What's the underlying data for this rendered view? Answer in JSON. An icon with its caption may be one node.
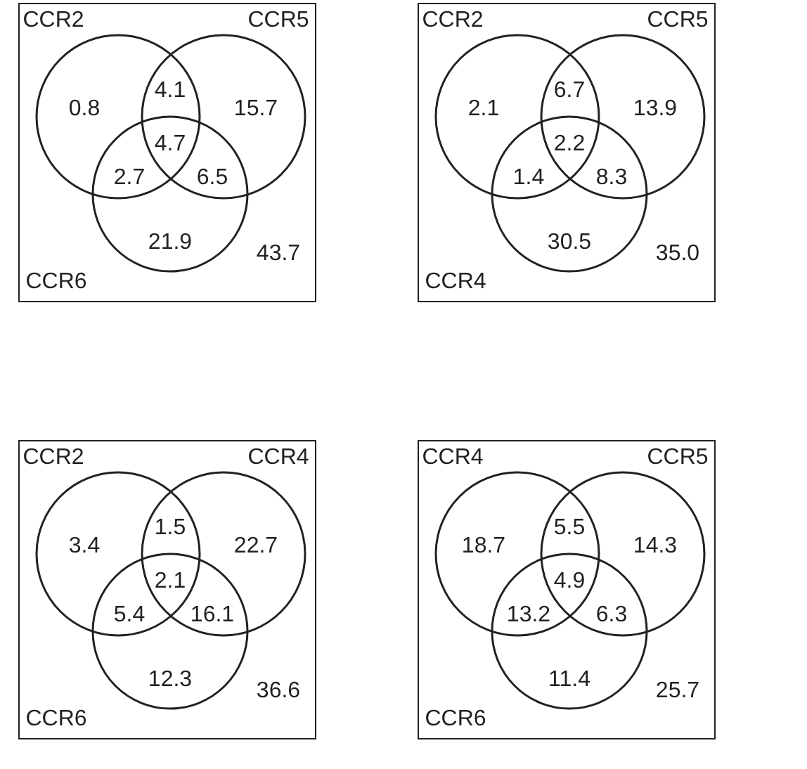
{
  "diagram": {
    "labels": [
      "CCR2",
      "CCR5",
      "0.8",
      "4.1",
      "15.7",
      "4.7",
      "2.7",
      "6.5",
      "21.9",
      "CCR6",
      "43.7",
      "CCR2",
      "CCR5",
      "2.1",
      "6.7",
      "13.9",
      "2.2",
      "1.4",
      "8.3",
      "30.5",
      "CCR4",
      "35.0",
      "CCR2",
      "CCR4",
      "3.4",
      "1.5",
      "22.7",
      "2.1",
      "5.4",
      "16.1",
      "12.3",
      "CCR6",
      "36.6",
      "CCR4",
      "CCR5",
      "18.7",
      "5.5",
      "14.3",
      "4.9",
      "13.2",
      "6.3",
      "11.4",
      "CCR6",
      "25.7"
    ]
  }
}
